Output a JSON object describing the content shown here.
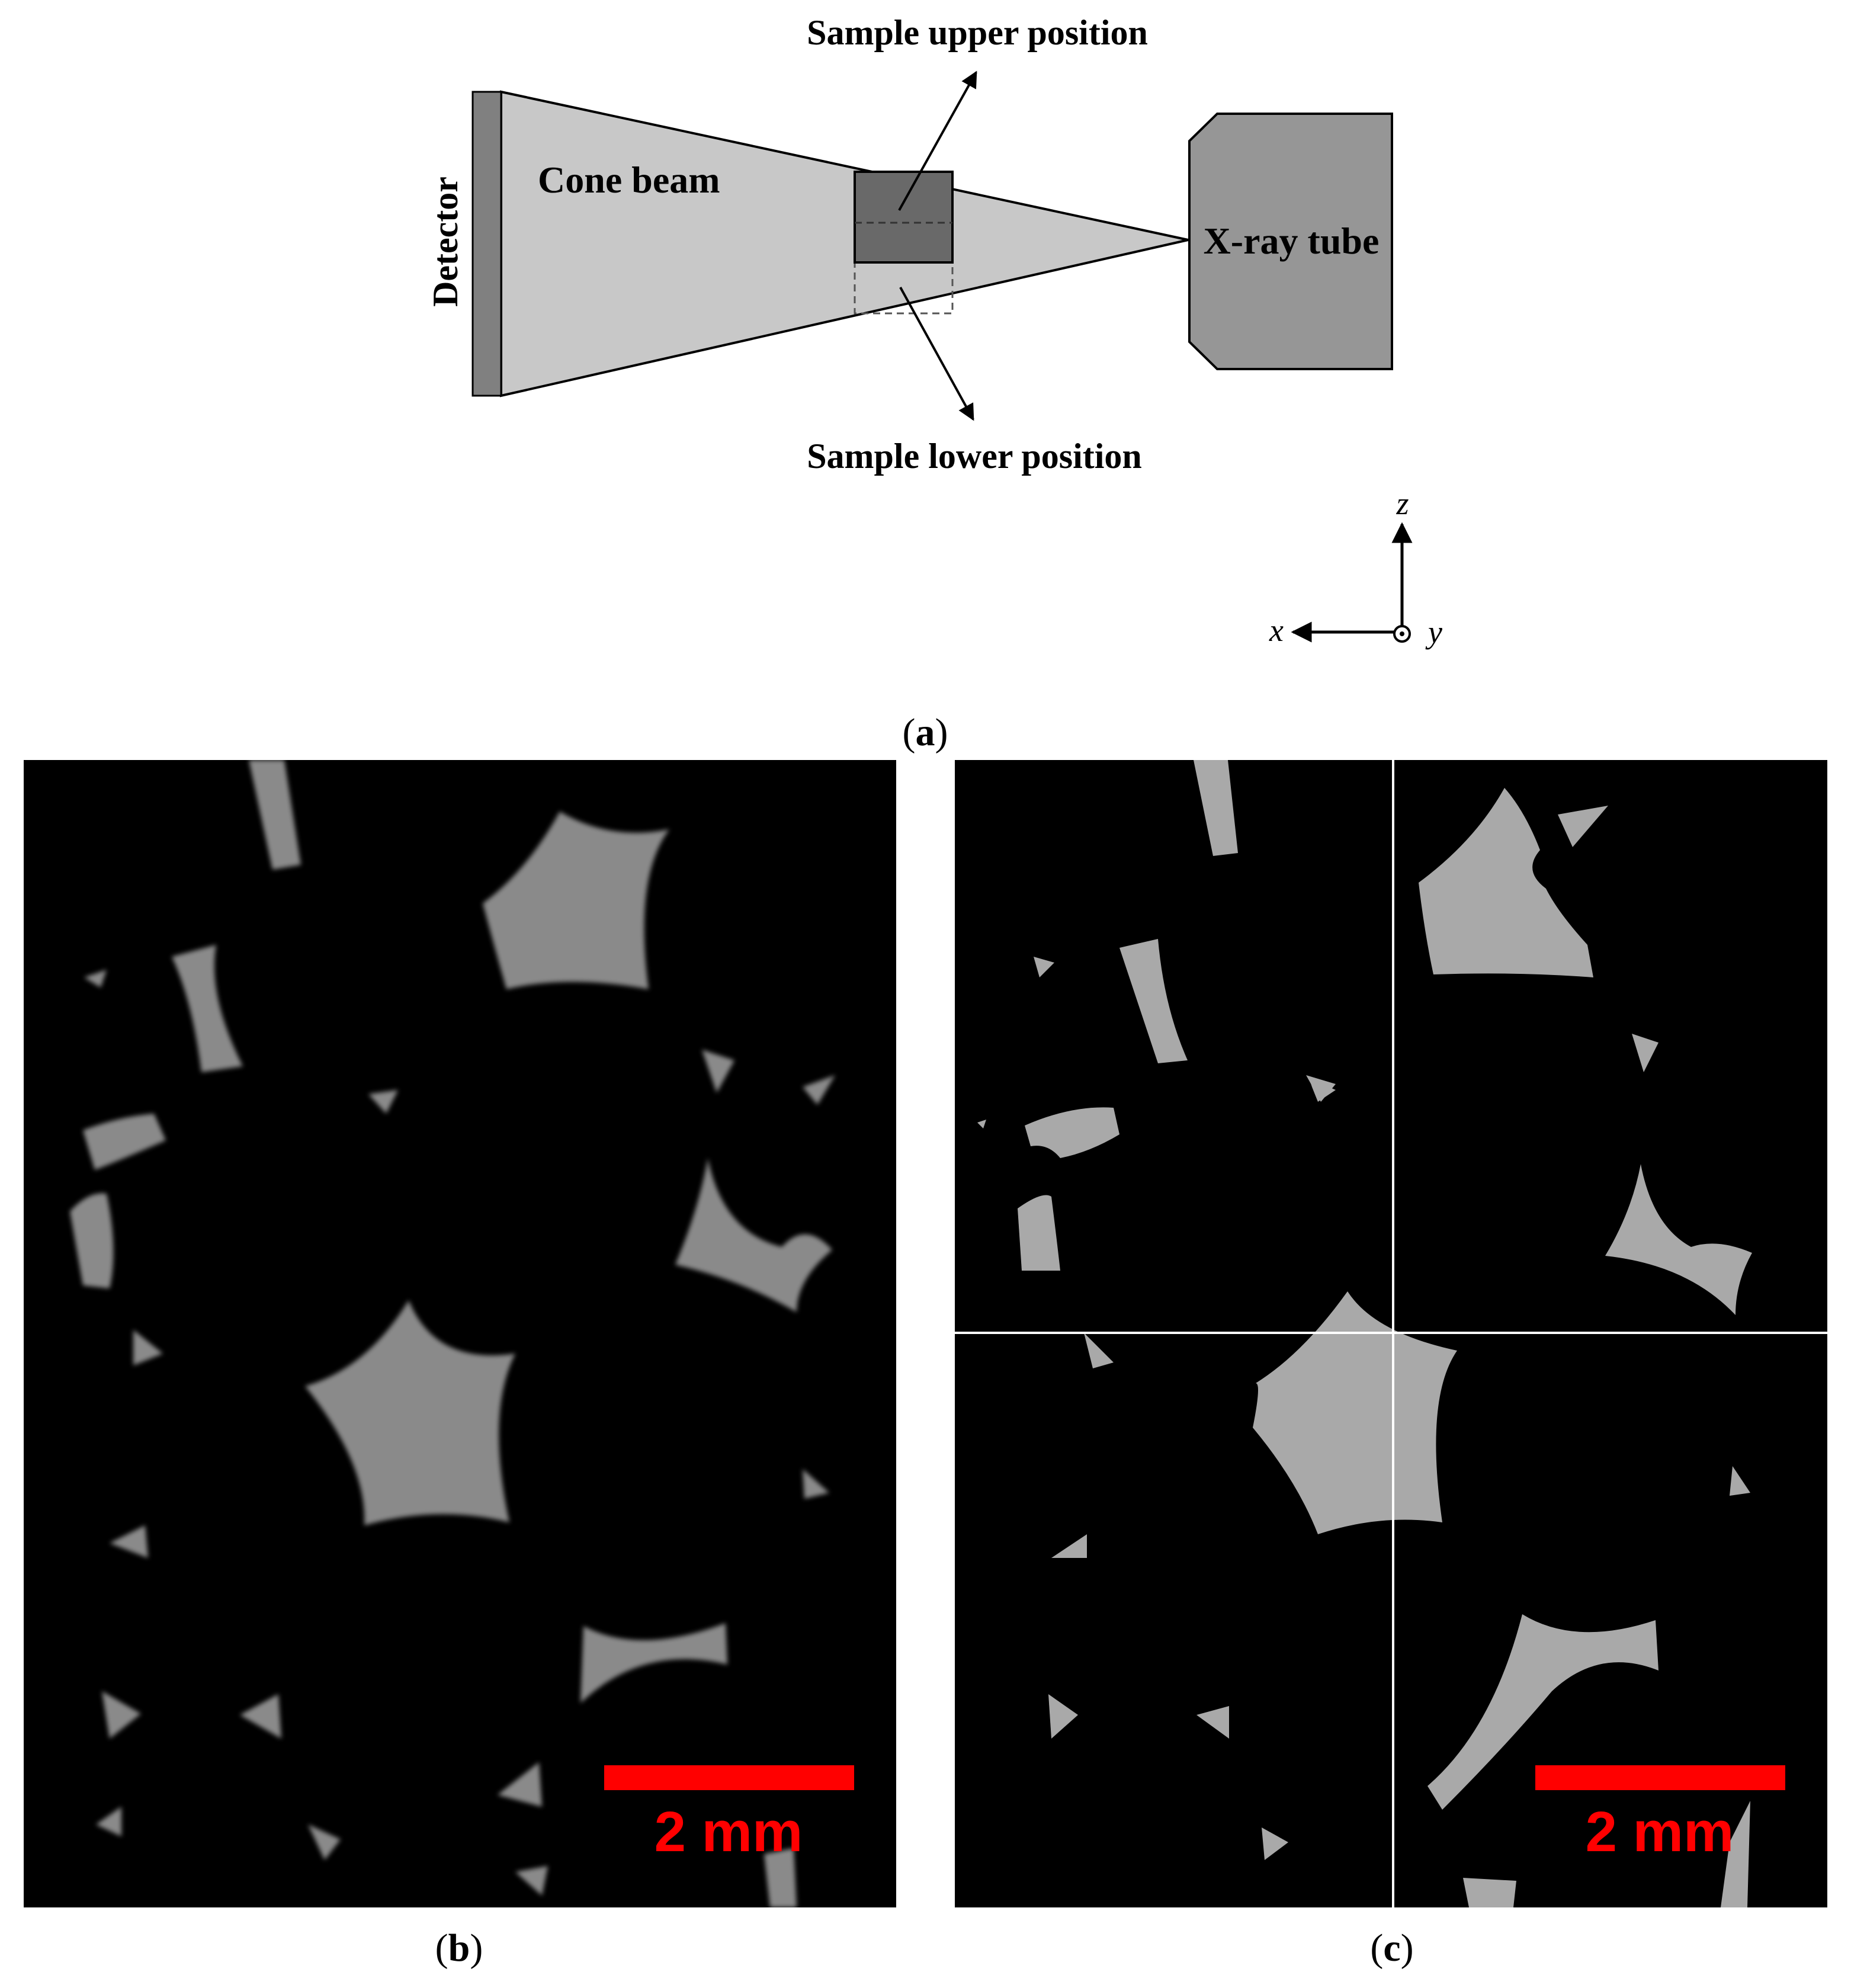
{
  "diagram": {
    "sample_upper_label": "Sample upper position",
    "sample_lower_label": "Sample lower position",
    "cone_beam_label": "Cone beam",
    "detector_label": "Detector",
    "xray_tube_label": "X-ray tube",
    "axis_z": "z",
    "axis_x": "x",
    "axis_y": "y"
  },
  "captions": {
    "a_open": "(",
    "a_letter": "a",
    "a_close": ")",
    "b_open": "(",
    "b_letter": "b",
    "b_close": ")",
    "c_open": "(",
    "c_letter": "c",
    "c_close": ")"
  },
  "panel_b": {
    "scale_bar_label": "2 mm"
  },
  "panel_c": {
    "scale_bar_label": "2 mm"
  },
  "colors": {
    "scale_bar": "#ff0000",
    "cone_beam": "#c8c8c8",
    "sample_box": "#696969",
    "detector": "#808080",
    "xray_tube": "#969696"
  }
}
